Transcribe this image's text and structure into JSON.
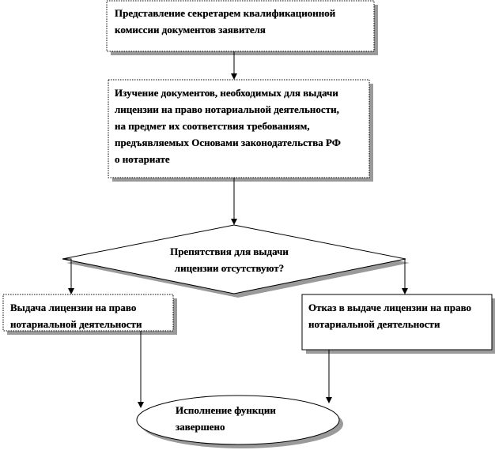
{
  "flowchart": {
    "step_submit": "Представление секретарем квалификационной комиссии документов заявителя",
    "step_review": "Изучение документов, необходимых для выдачи лицензии на право нотариальной деятельности, на предмет их соответствия требованиям, предъявляемых Основами законодательства РФ о нотариате",
    "decision": "Препятствия для выдачи лицензии отсутствуют?",
    "outcome_issue": "Выдача лицензии на право нотариальной деятельности",
    "outcome_refuse": "Отказ в выдаче лицензии на право нотариальной деятельности",
    "terminal": "Исполнение функции завершено"
  },
  "colors": {
    "stroke": "#000000",
    "shadow": "#9a9a9a",
    "fill": "#ffffff",
    "text": "#000000"
  }
}
